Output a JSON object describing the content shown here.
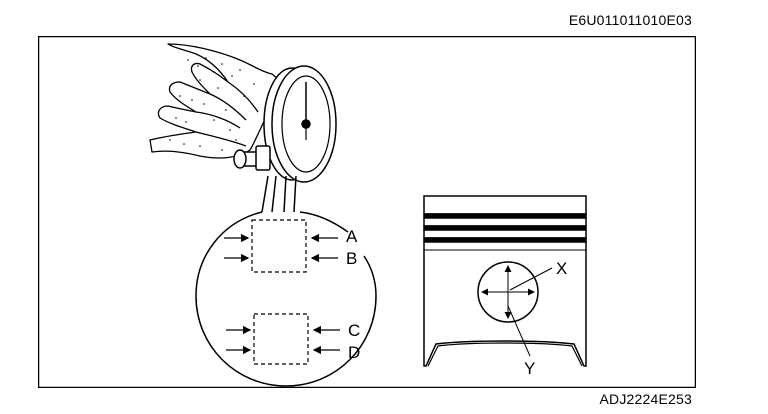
{
  "header": {
    "code": "E6U011011010E03"
  },
  "footer": {
    "code": "ADJ2224E253"
  },
  "labels": {
    "a": "A",
    "b": "B",
    "c": "C",
    "d": "D",
    "x": "X",
    "y": "Y"
  },
  "icons": {
    "dial_gauge": "dial-gauge-icon",
    "hand": "hand-icon",
    "piston": "piston-icon"
  }
}
